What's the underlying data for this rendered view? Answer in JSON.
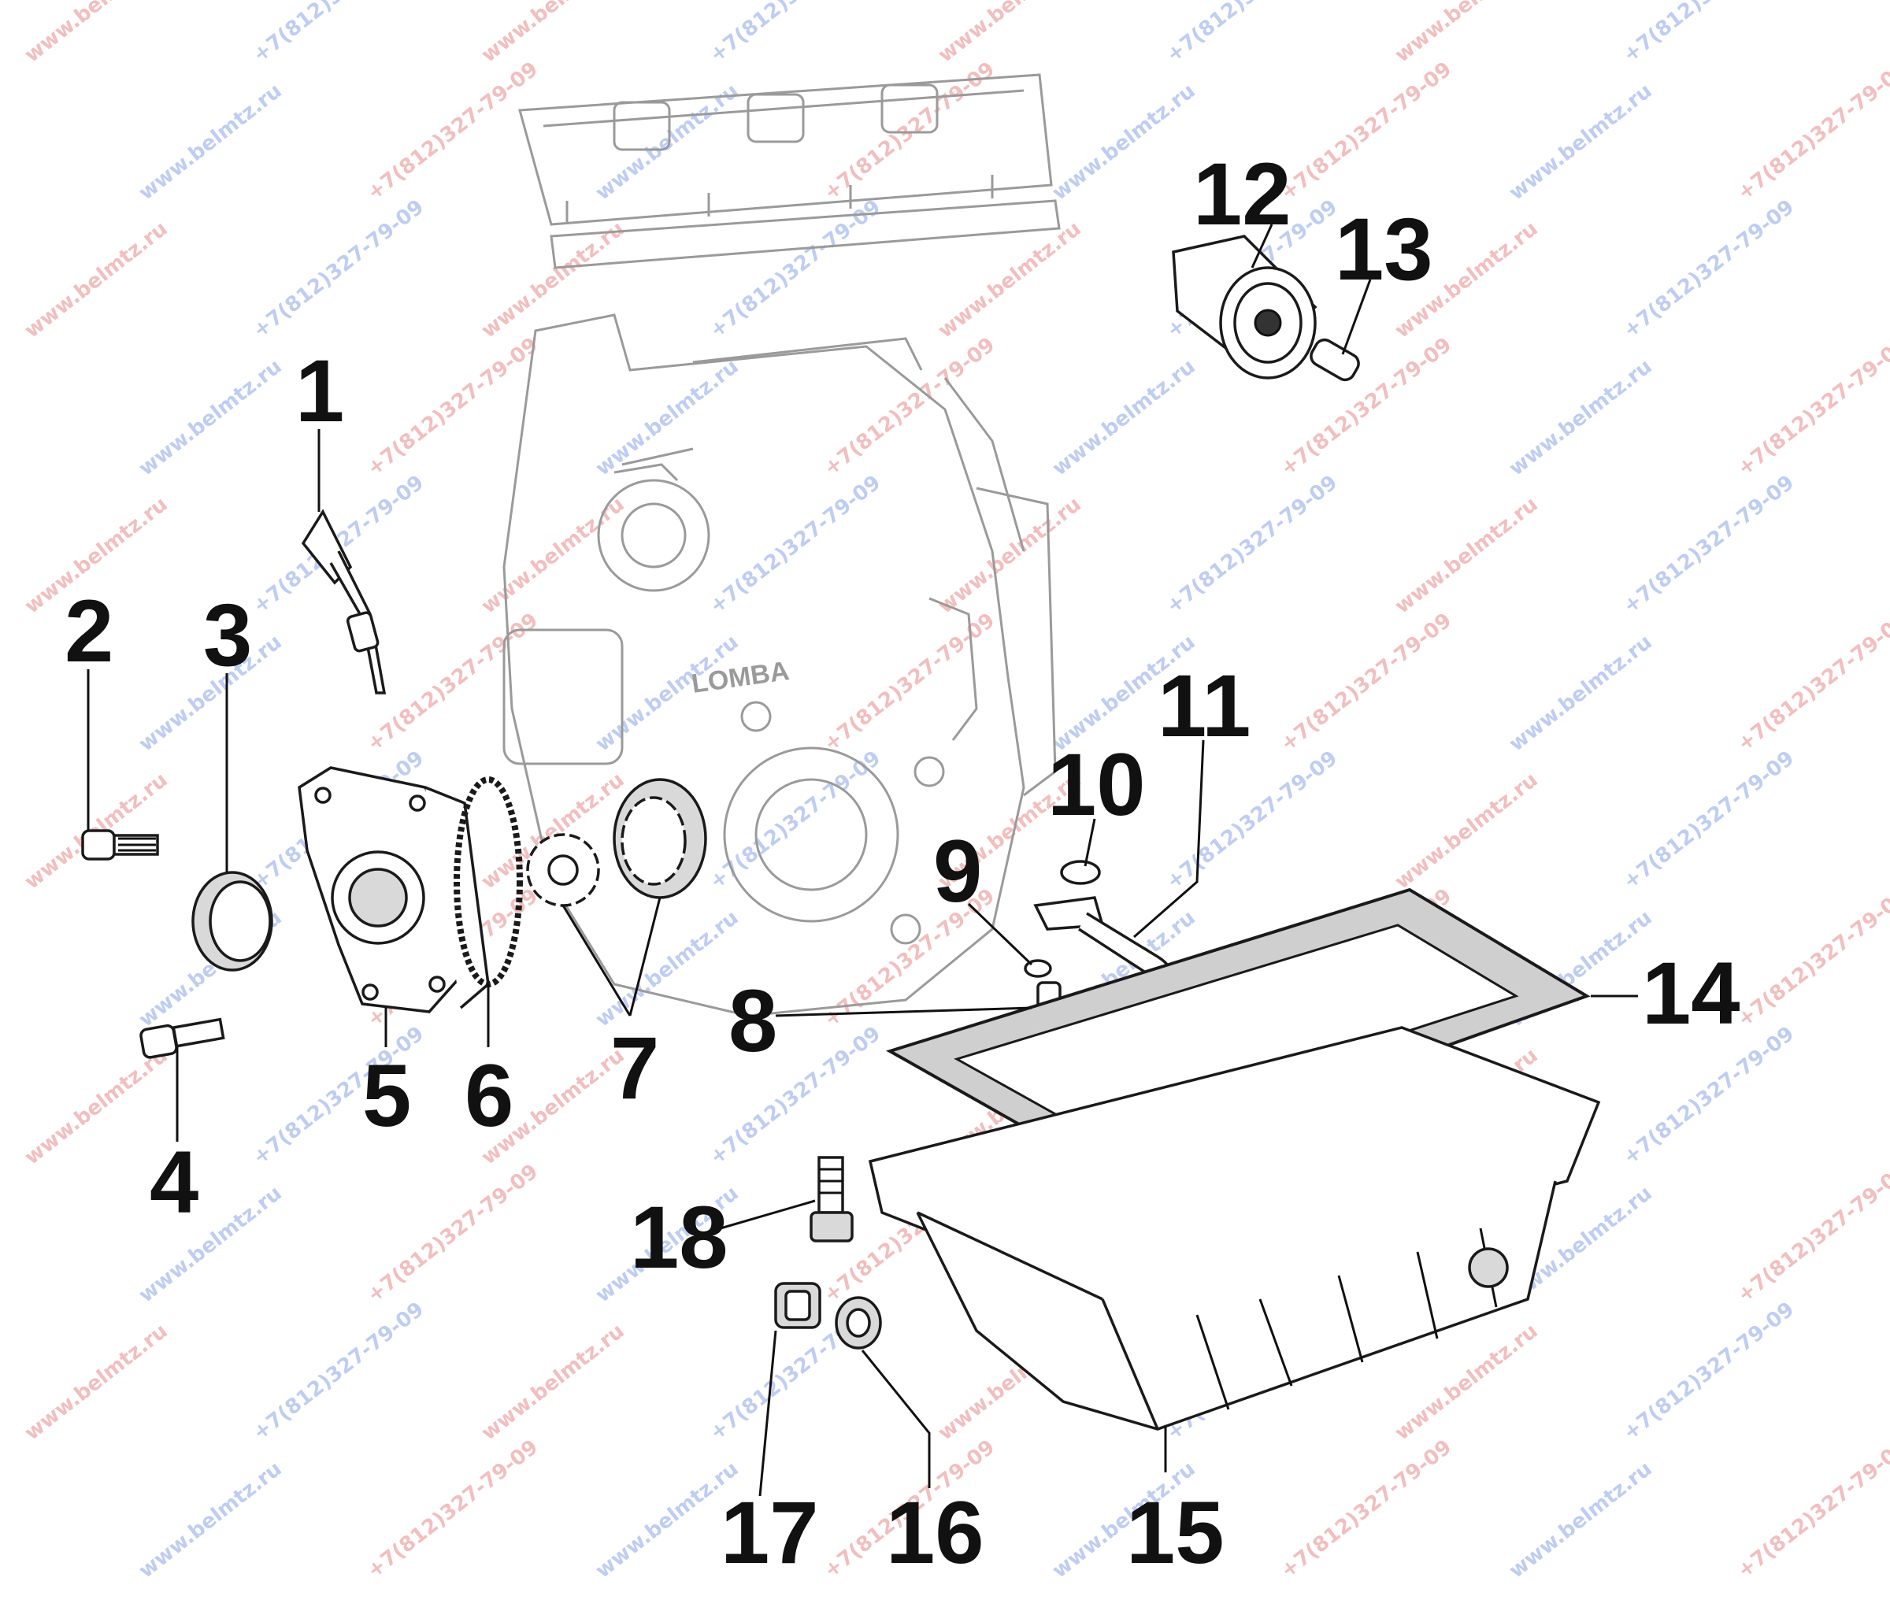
{
  "colors": {
    "background": "#ffffff",
    "line_art": "#1a1a1a",
    "ghost_engine": "#9a9a9a",
    "watermark_red": "#e88a8a",
    "watermark_blue": "#8aa6e8"
  },
  "watermarks": {
    "site": "www.belmtz.ru",
    "phone": "+7(812)327-79-09"
  },
  "engine_logo": "LOMBA",
  "callouts": [
    {
      "id": "1",
      "label": "1"
    },
    {
      "id": "2",
      "label": "2"
    },
    {
      "id": "3",
      "label": "3"
    },
    {
      "id": "4",
      "label": "4"
    },
    {
      "id": "5",
      "label": "5"
    },
    {
      "id": "6",
      "label": "6"
    },
    {
      "id": "7",
      "label": "7"
    },
    {
      "id": "8",
      "label": "8"
    },
    {
      "id": "9",
      "label": "9"
    },
    {
      "id": "10",
      "label": "10"
    },
    {
      "id": "11",
      "label": "11"
    },
    {
      "id": "12",
      "label": "12"
    },
    {
      "id": "13",
      "label": "13"
    },
    {
      "id": "14",
      "label": "14"
    },
    {
      "id": "15",
      "label": "15"
    },
    {
      "id": "16",
      "label": "16"
    },
    {
      "id": "17",
      "label": "17"
    },
    {
      "id": "18",
      "label": "18"
    }
  ]
}
